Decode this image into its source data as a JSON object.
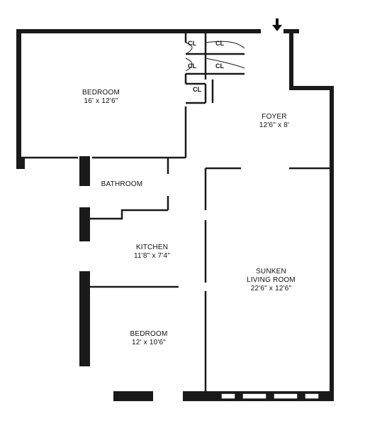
{
  "rooms": {
    "bedroom_main": {
      "name": "BEDROOM",
      "dims": "16' x 12'6\""
    },
    "foyer": {
      "name": "FOYER",
      "dims": "12'6\" x 8'"
    },
    "bathroom": {
      "name": "BATHROOM"
    },
    "kitchen": {
      "name": "KITCHEN",
      "dims": "11'8\" x 7'4\""
    },
    "living": {
      "name_line1": "SUNKEN",
      "name_line2": "LIVING ROOM",
      "dims": "22'6\" x 12'6\""
    },
    "bedroom_second": {
      "name": "BEDROOM",
      "dims": "12' x 10'6\""
    }
  },
  "closets": [
    "CL",
    "CL",
    "CL",
    "CL",
    "CL"
  ],
  "entry_marker": "down-arrow-icon"
}
